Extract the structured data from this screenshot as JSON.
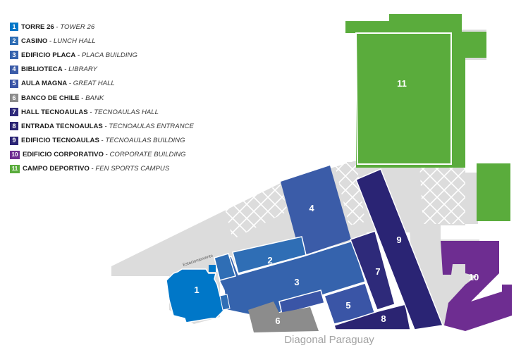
{
  "legend": {
    "items": [
      {
        "num": "1",
        "es": "TORRE 26",
        "en": "TOWER 26",
        "color": "#0077c8"
      },
      {
        "num": "2",
        "es": "CASINO",
        "en": "LUNCH HALL",
        "color": "#2f6eb5"
      },
      {
        "num": "3",
        "es": "EDIFICIO PLACA",
        "en": "PLACA BUILDING",
        "color": "#3563ad"
      },
      {
        "num": "4",
        "es": "BIBLIOTECA",
        "en": "LIBRARY",
        "color": "#3b5ca8"
      },
      {
        "num": "5",
        "es": "AULA MAGNA",
        "en": "GREAT HALL",
        "color": "#3a55a6"
      },
      {
        "num": "6",
        "es": "BANCO DE CHILE",
        "en": "BANK",
        "color": "#8c8c8c"
      },
      {
        "num": "7",
        "es": "HALL TECNOAULAS",
        "en": "TECNOAULAS HALL",
        "color": "#2e2a7a"
      },
      {
        "num": "8",
        "es": "ENTRADA TECNOAULAS",
        "en": "TECNOAULAS ENTRANCE",
        "color": "#2b2472"
      },
      {
        "num": "9",
        "es": "EDIFICIO TECNOAULAS",
        "en": "TECNOAULAS BUILDING",
        "color": "#2a2474"
      },
      {
        "num": "10",
        "es": "EDIFICIO CORPORATIVO",
        "en": "CORPORATE BUILDING",
        "color": "#6e2d91"
      },
      {
        "num": "11",
        "es": "CAMPO DEPORTIVO",
        "en": "FEN SPORTS CAMPUS",
        "color": "#5aac3c"
      }
    ],
    "separator": " - "
  },
  "map": {
    "parking_label": "Estacionamiento",
    "colors": {
      "ground": "#dcdcdc",
      "hatch": "#ffffff",
      "tower": "#0077c8",
      "mid_blue": "#3563ad",
      "navy": "#2a2474",
      "purple": "#6e2d91",
      "green": "#5aac3c",
      "bank": "#8c8c8c"
    }
  },
  "street": {
    "name": "Diagonal Paraguay"
  }
}
